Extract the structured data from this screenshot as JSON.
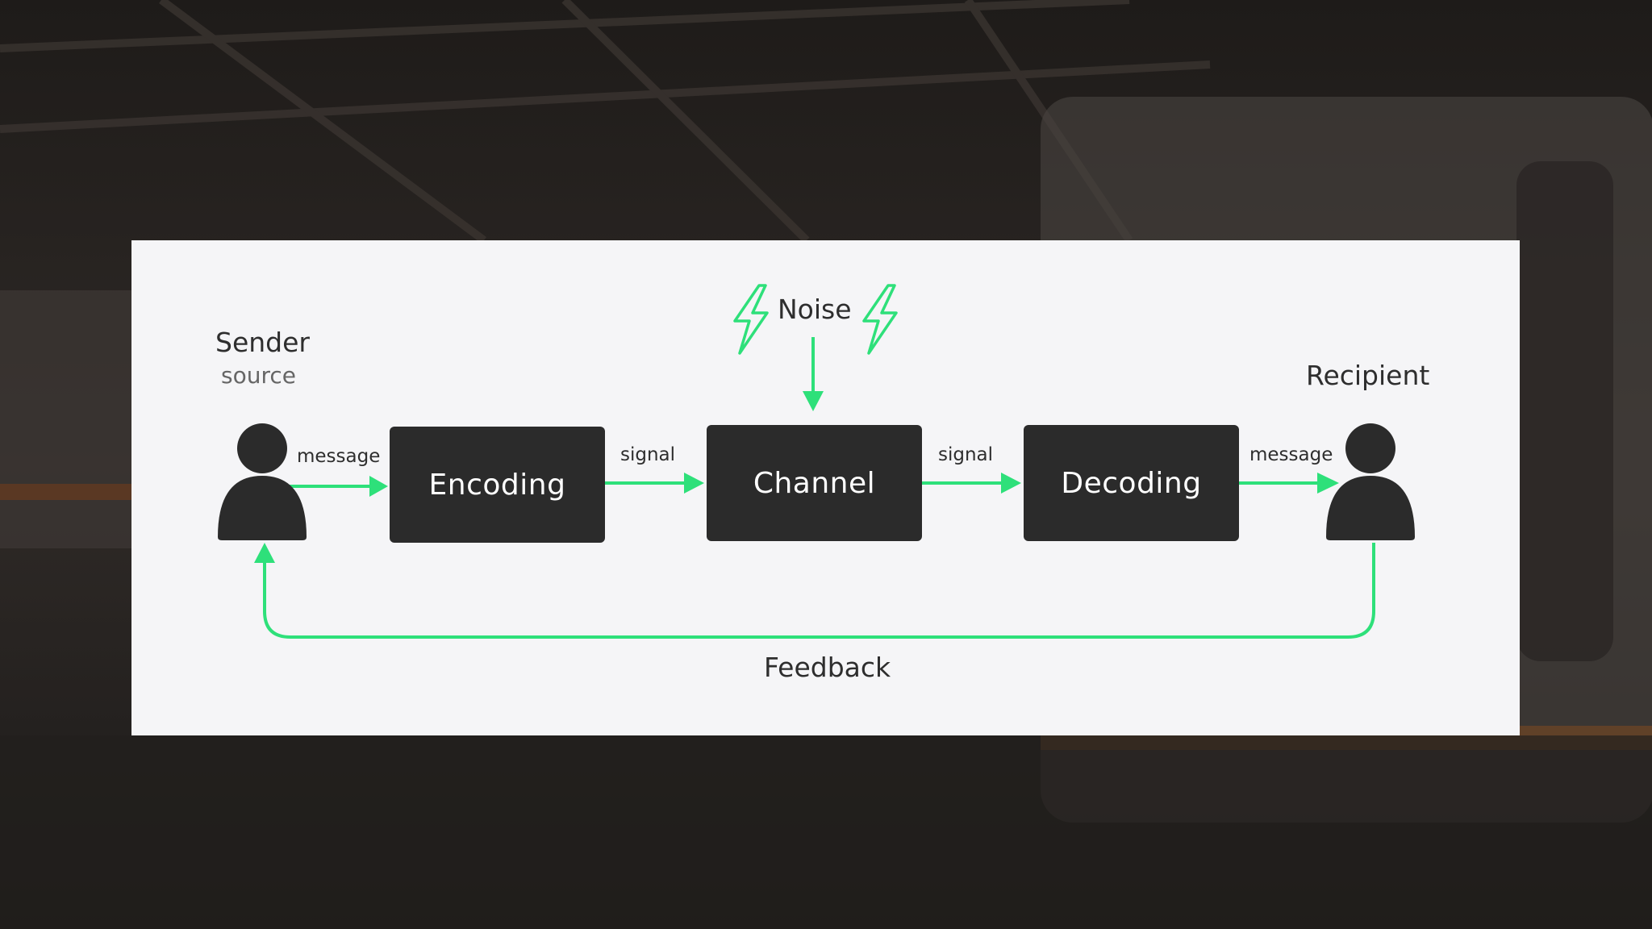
{
  "diagram": {
    "sender": {
      "title": "Sender",
      "subtitle": "source"
    },
    "recipient": {
      "title": "Recipient"
    },
    "noise": {
      "label": "Noise"
    },
    "boxes": {
      "encoding": "Encoding",
      "channel": "Channel",
      "decoding": "Decoding"
    },
    "arrows": {
      "sender_to_encoding": "message",
      "encoding_to_channel": "signal",
      "channel_to_decoding": "signal",
      "decoding_to_recipient": "message"
    },
    "feedback": {
      "label": "Feedback"
    }
  },
  "colors": {
    "accent": "#2ee07a",
    "box": "#2b2b2b",
    "card": "#f5f5f7",
    "text": "#2e2e2e"
  },
  "icons": {
    "person": "person-icon",
    "noise": "lightning-bolt-icon"
  }
}
